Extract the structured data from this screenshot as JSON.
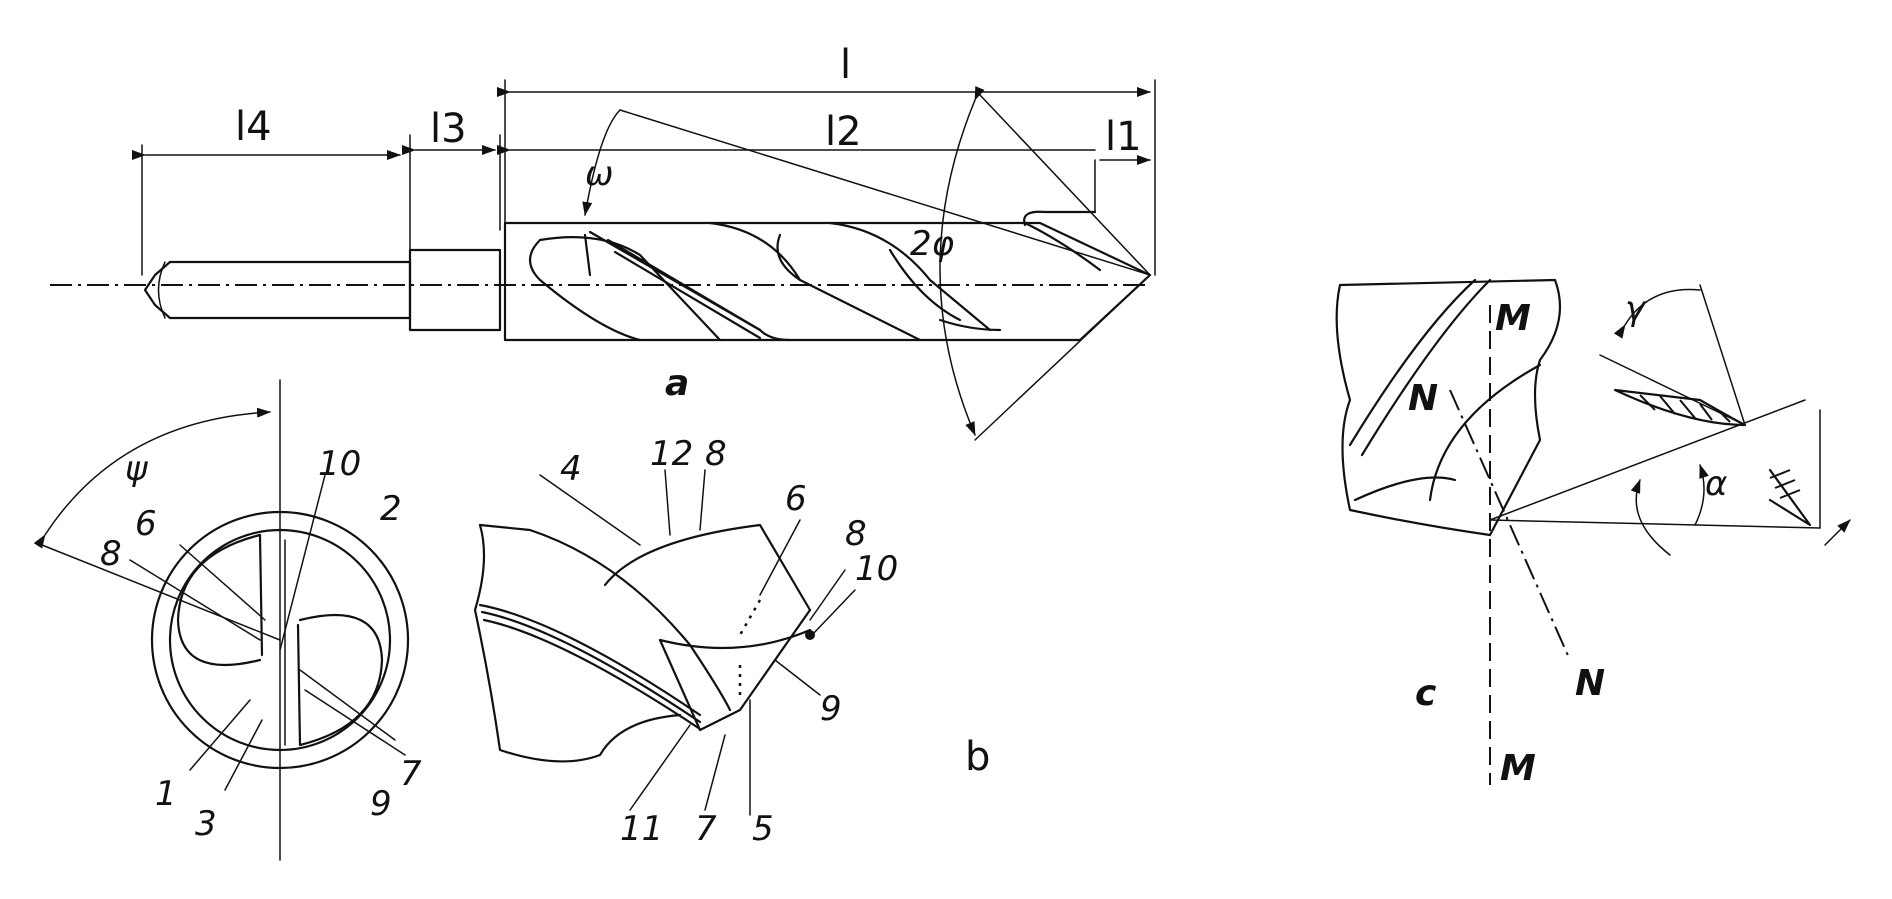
{
  "view_a": {
    "caption": "a",
    "dimensions": {
      "l": "l",
      "l1": "l1",
      "l2": "l2",
      "l3": "l3",
      "l4": "l4"
    },
    "helix_angle": "ω",
    "point_angle": "2φ"
  },
  "view_left": {
    "angle": "ψ",
    "numbers": [
      "10",
      "6",
      "2",
      "8",
      "1",
      "3",
      "9",
      "7"
    ]
  },
  "view_b": {
    "caption": "b",
    "numbers": [
      "4",
      "12",
      "8",
      "6",
      "8",
      "10",
      "9",
      "11",
      "7",
      "5"
    ]
  },
  "view_c": {
    "caption": "c",
    "axis_labels": {
      "m_top": "M",
      "m_bottom": "M",
      "n_top": "N",
      "n_bottom": "N"
    },
    "angles": {
      "gamma": "γ",
      "alpha": "α"
    }
  }
}
